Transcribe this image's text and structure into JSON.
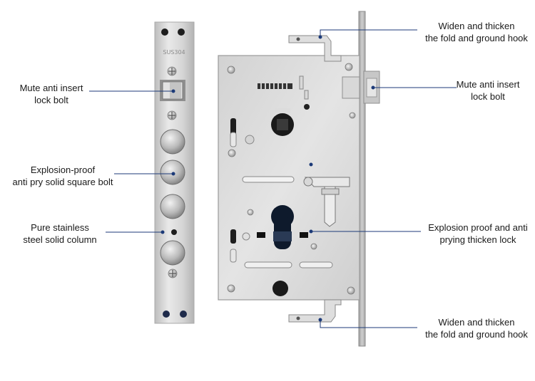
{
  "image": {
    "subject": "mortise door lock body with stainless steel faceplate",
    "faceplate_marking": "SUS304"
  },
  "colors": {
    "steel_light": "#e6e6e6",
    "steel_mid": "#c9c9c9",
    "steel_dark": "#9a9a9a",
    "leader_line": "#1c3a78",
    "text": "#1a1a1a",
    "cylinder_hole": "#0e1a2c"
  },
  "callouts": {
    "mute_bolt_left": {
      "line1": "Mute anti insert",
      "line2": "lock bolt"
    },
    "square_bolt": {
      "line1": "Explosion-proof",
      "line2": "anti pry solid square bolt"
    },
    "steel_column": {
      "line1": "Pure stainless",
      "line2": "steel solid column"
    },
    "hook_top": {
      "line1": "Widen and thicken",
      "line2": "the fold and ground hook"
    },
    "mute_bolt_right": {
      "line1": "Mute anti insert",
      "line2": "lock bolt"
    },
    "thicken_lock": {
      "line1": "Explosion proof and anti",
      "line2": "prying thicken lock"
    },
    "hook_bottom": {
      "line1": "Widen and thicken",
      "line2": "the fold and ground hook"
    }
  }
}
